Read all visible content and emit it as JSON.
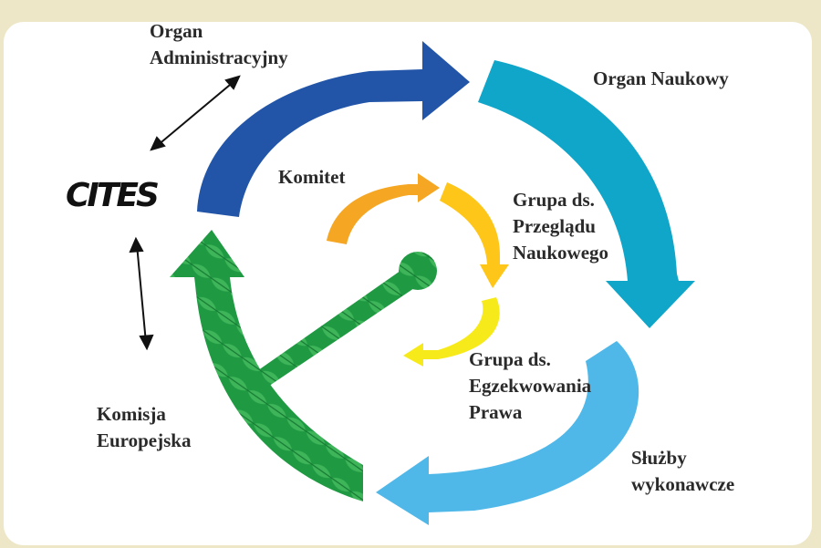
{
  "labels": {
    "organ_administracyjny_1": "Organ",
    "organ_administracyjny_2": "Administracyjny",
    "organ_naukowy": "Organ Naukowy",
    "komitet": "Komitet",
    "grupa_przegladu_1": "Grupa ds.",
    "grupa_przegladu_2": "Przeglądu",
    "grupa_przegladu_3": "Naukowego",
    "grupa_egzekwowania_1": "Grupa ds.",
    "grupa_egzekwowania_2": "Egzekwowania",
    "grupa_egzekwowania_3": "Prawa",
    "komisja_1": "Komisja",
    "komisja_2": "Europejska",
    "sluzby_1": "Służby",
    "sluzby_2": "wykonawcze"
  },
  "logo": {
    "text": "CITES"
  },
  "colors": {
    "background": "#ede7c7",
    "outer_top_left": "#2255a8",
    "outer_right": "#10a6c9",
    "outer_bottom": "#4fb8e8",
    "outer_left": "#1c8f3c",
    "inner_orange": "#f5a623",
    "inner_amber": "#ffc61a",
    "inner_yellow": "#f7ea1a"
  }
}
